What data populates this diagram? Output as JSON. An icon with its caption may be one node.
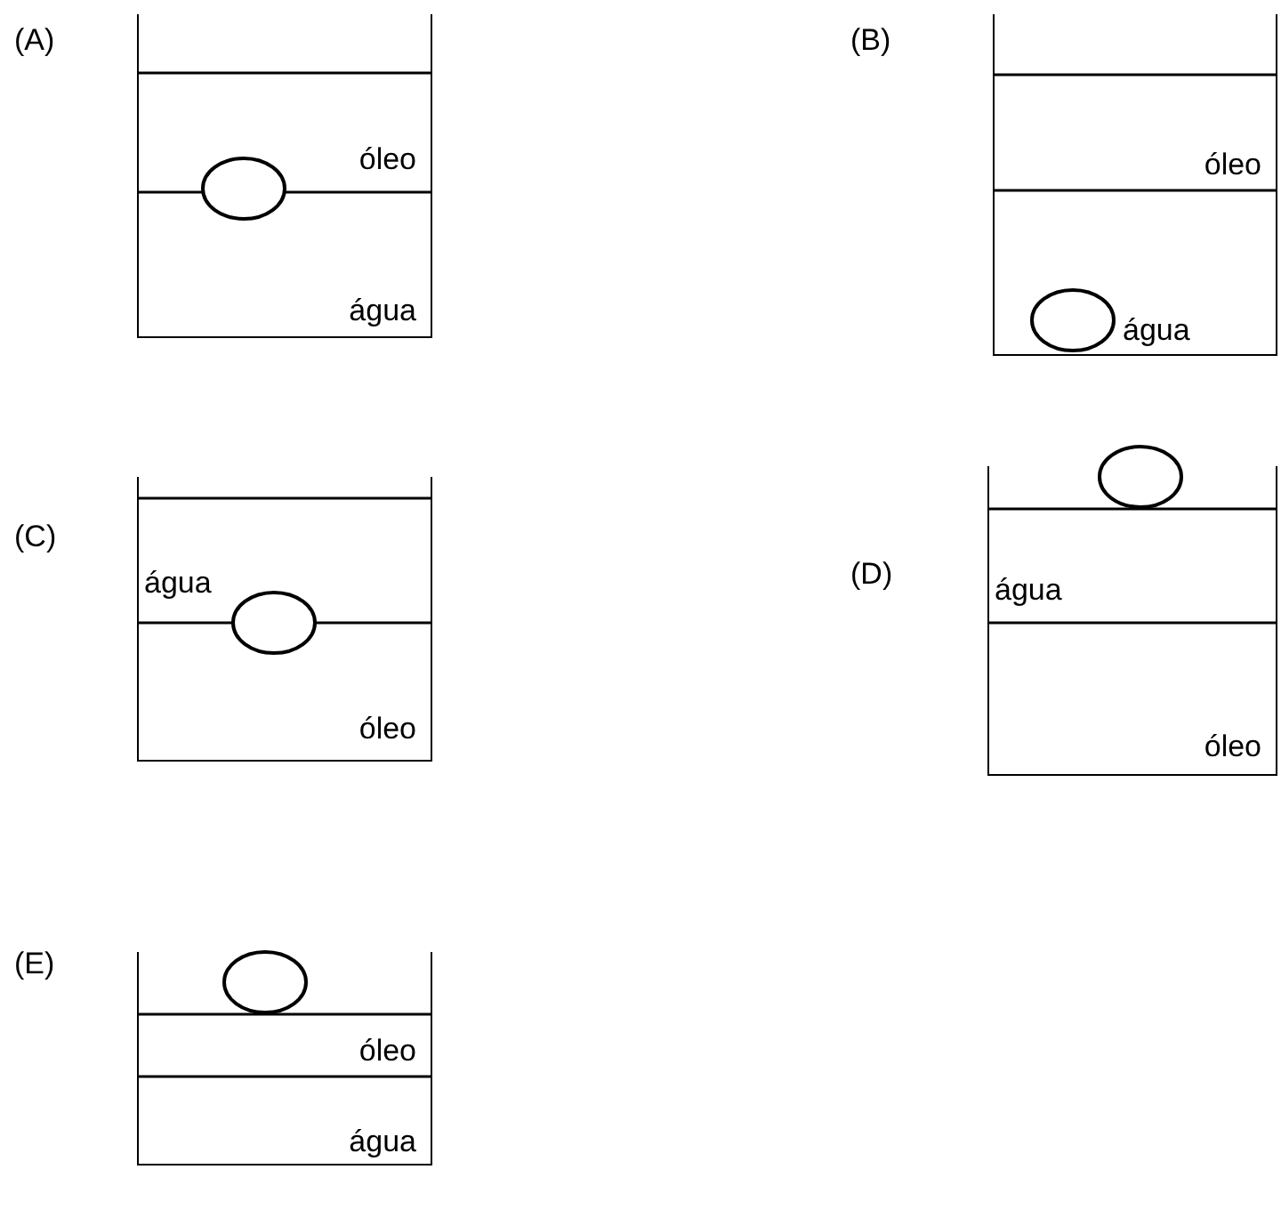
{
  "diagram": {
    "nodes": [
      {
        "text": [
          "óleo",
          "água"
        ],
        "beside": [
          "(A)"
        ]
      },
      {
        "text": [
          "óleo",
          "água"
        ],
        "beside": [
          "(B)"
        ]
      },
      {
        "text": [
          "água",
          "óleo"
        ],
        "beside": [
          "(C)"
        ]
      },
      {
        "text": [
          "água",
          "óleo"
        ],
        "beside": [
          "(D)"
        ]
      },
      {
        "text": [
          "óleo",
          "água"
        ],
        "beside": [
          "(E)"
        ]
      }
    ]
  }
}
